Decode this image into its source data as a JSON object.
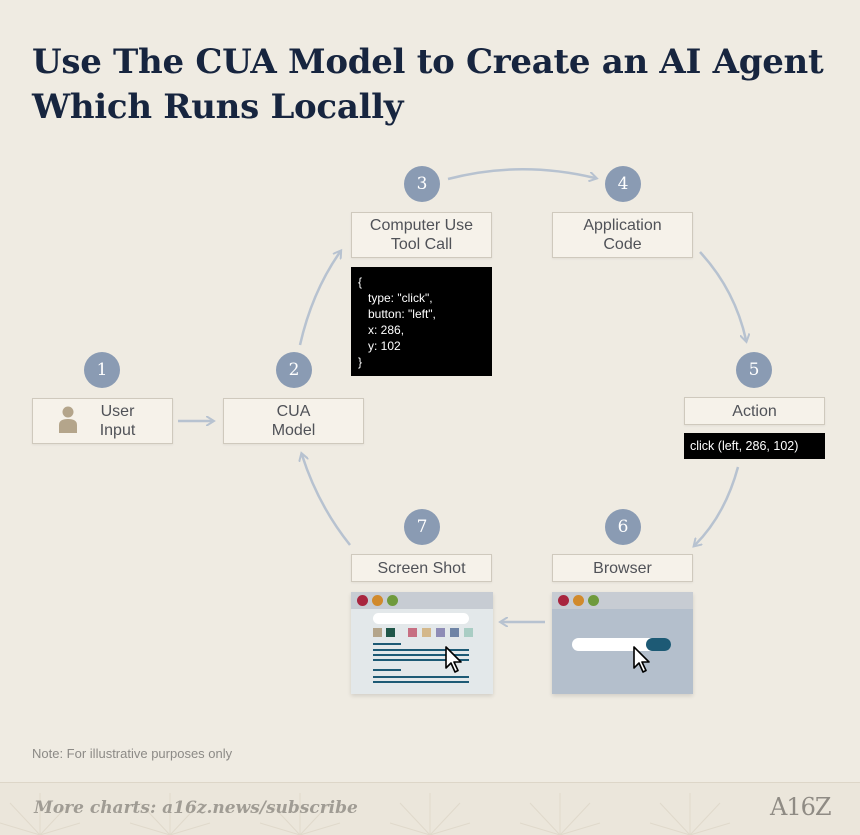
{
  "title": "Use The CUA Model to Create an AI Agent Which Runs Locally",
  "steps": [
    {
      "num": "1",
      "label": "User\nInput"
    },
    {
      "num": "2",
      "label": "CUA\nModel"
    },
    {
      "num": "3",
      "label": "Computer Use\nTool Call"
    },
    {
      "num": "4",
      "label": "Application\nCode"
    },
    {
      "num": "5",
      "label": "Action"
    },
    {
      "num": "6",
      "label": "Browser"
    },
    {
      "num": "7",
      "label": "Screen Shot"
    }
  ],
  "tool_call_code": "{\n   type: \"click\",\n   button: \"left\",\n   x: 286,\n   y: 102\n}",
  "action_code": "click (left, 286, 102)",
  "note": "Note: For illustrative purposes only",
  "footer": "More charts: a16z.news/subscribe",
  "logo": "A16Z",
  "colors": {
    "badge": "#8a9bb3",
    "arrow": "#b7c2d0",
    "title": "#17253f",
    "background": "#efebe2",
    "window_dot_red": "#a8253f",
    "window_dot_orange": "#d18a2c",
    "window_dot_green": "#6f9a3c",
    "teal": "#1d5a75"
  },
  "icons": [
    "user-icon",
    "cursor-icon"
  ]
}
